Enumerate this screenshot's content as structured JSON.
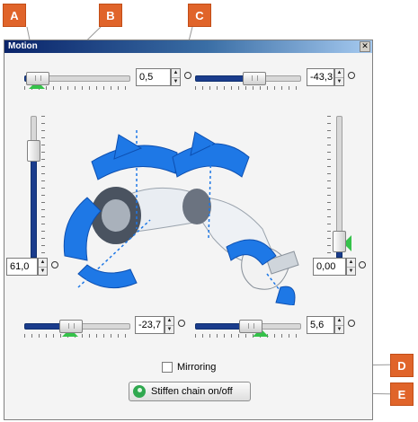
{
  "window": {
    "title": "Motion",
    "close_glyph": "✕"
  },
  "callouts": [
    "A",
    "B",
    "C",
    "D",
    "E"
  ],
  "controls": {
    "top_left": {
      "value": "0,5",
      "slider_level": 0.12,
      "marker_level": 0.12
    },
    "top_right": {
      "value": "-43,3",
      "slider_level": 0.55,
      "marker_level": 0.55
    },
    "left": {
      "value": "61,0",
      "slider_level": 0.76,
      "marker_level": 0.0
    },
    "right": {
      "value": "0,00",
      "slider_level": 0.12,
      "marker_level": 0.1
    },
    "bottom_left": {
      "value": "-23,7",
      "slider_level": 0.43,
      "marker_level": 0.43
    },
    "bottom_right": {
      "value": "5,6",
      "slider_level": 0.52,
      "marker_level": 0.62
    }
  },
  "mirroring": {
    "label": "Mirroring",
    "checked": false
  },
  "stiffen_button": {
    "label": "Stiffen chain on/off",
    "icon": "power-icon"
  },
  "colors": {
    "accent": "#e0642a",
    "slider_fill": "#1a3c8c",
    "marker": "#35c24a",
    "arrow": "#1a73e8"
  }
}
